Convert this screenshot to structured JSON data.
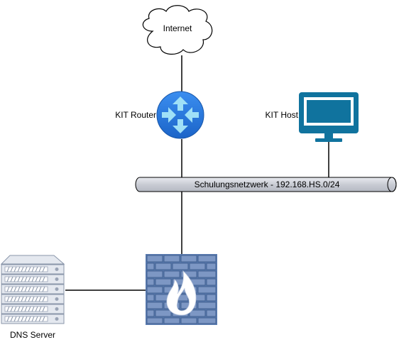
{
  "nodes": {
    "internet": {
      "label": "Internet"
    },
    "router": {
      "label": "KIT Router"
    },
    "host": {
      "label": "KIT Host"
    },
    "network": {
      "label": "Schulungsnetzwerk - 192.168.HS.0/24"
    },
    "firewall": {
      "label": ""
    },
    "dns": {
      "label": "DNS Server"
    }
  },
  "colors": {
    "router_fill": "#2f7fe0",
    "host_stroke": "#10739e",
    "wall_fill": "#5a7bb0",
    "pipe_fill": "#d0d3da",
    "server_fill": "#e4e8ef",
    "line": "#000000"
  },
  "icons": {
    "internet": "cloud-icon",
    "router": "router-icon",
    "host": "monitor-icon",
    "firewall": "firewall-icon",
    "dns": "server-icon"
  }
}
